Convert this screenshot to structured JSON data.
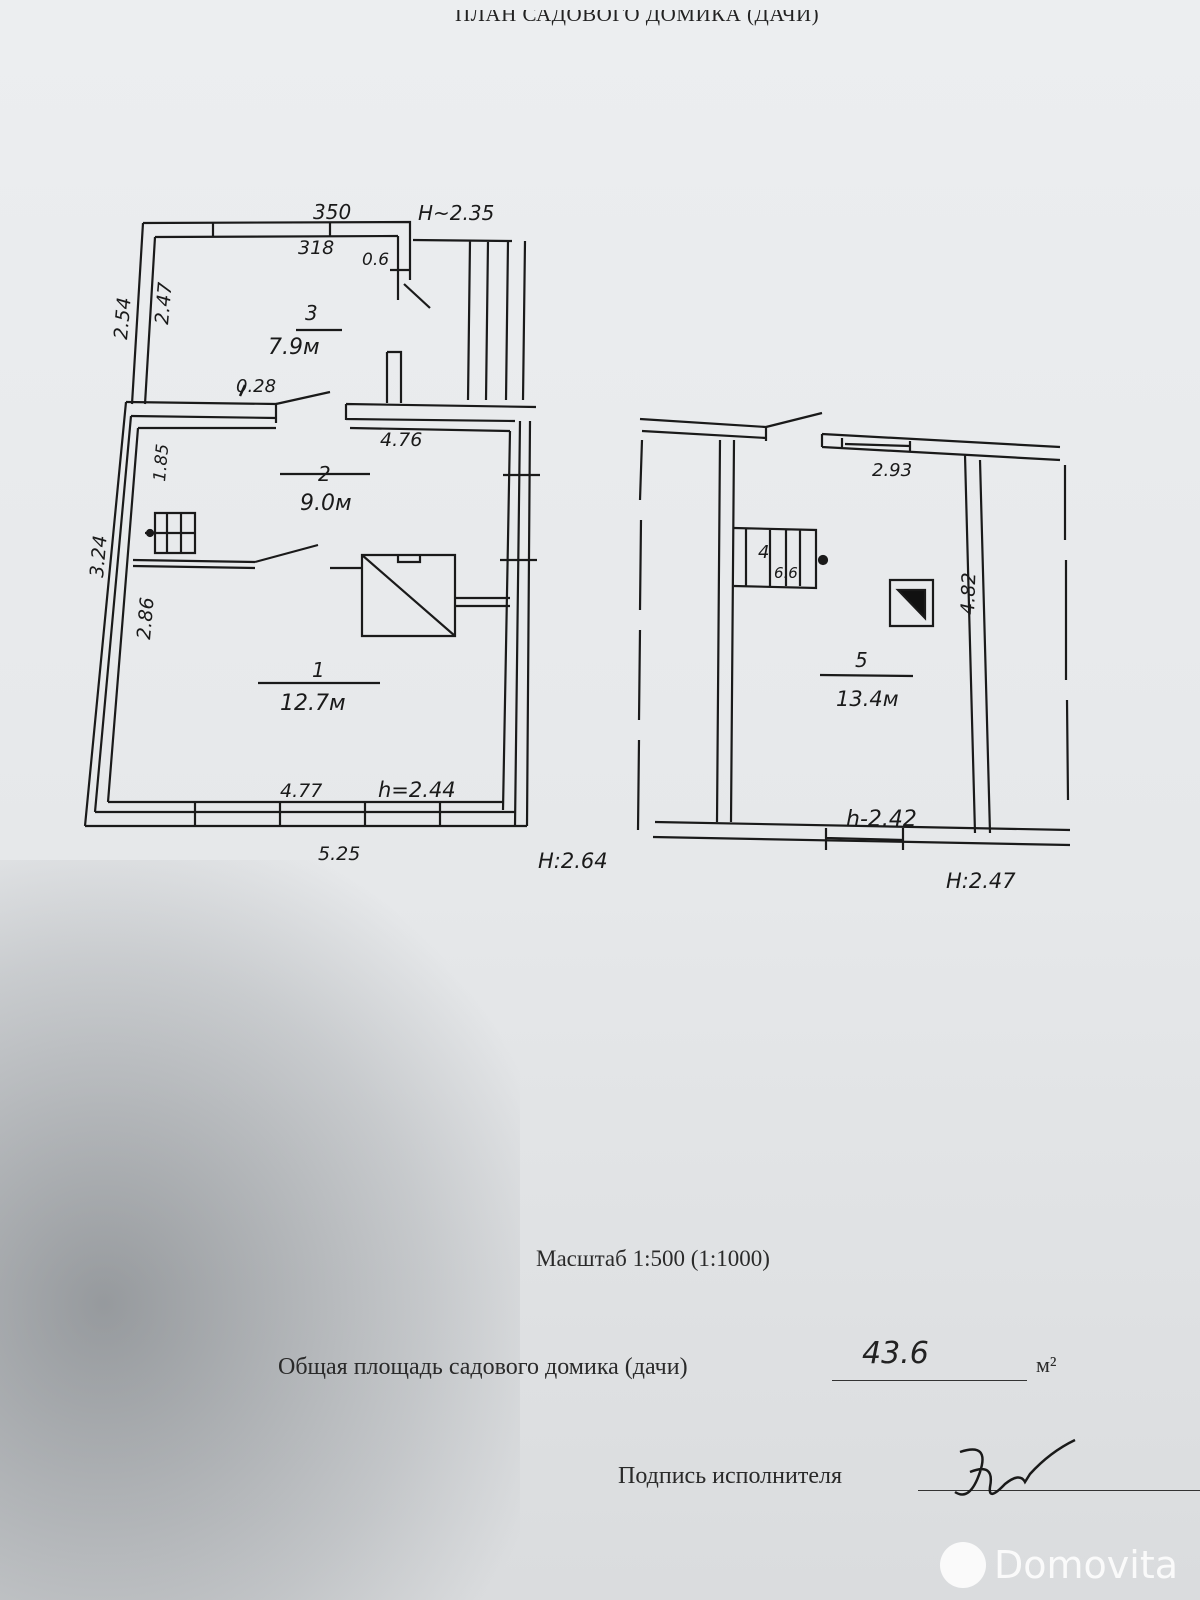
{
  "document": {
    "title": "ПЛАН САДОВОГО ДОМИКА (ДАЧИ)",
    "scale": "Масштаб 1:500 (1:1000)",
    "total_area_label": "Общая площадь садового домика (дачи)",
    "total_area_value": "43.6",
    "total_area_unit": "м²",
    "signature_label": "Подпись исполнителя",
    "watermark": "Domovita"
  },
  "plan_left": {
    "rooms": [
      {
        "number": "3",
        "area": "7.9м"
      },
      {
        "number": "2",
        "area": "9.0м"
      },
      {
        "number": "1",
        "area": "12.7м"
      }
    ],
    "dimensions": {
      "top_outer": "350",
      "top_inner": "318",
      "door_small": "0.6",
      "left_outer_top": "2.54",
      "left_inner_top": "2.47",
      "partition": "0.28",
      "mid_width": "4.76",
      "room2_height": "1.85",
      "left_outer_bottom": "3.24",
      "room1_height": "2.86",
      "bottom_inner": "4.77",
      "ceiling_height": "h=2.44",
      "bottom_outer": "5.25",
      "height_main": "H:2.64",
      "height_annex": "H~2.35"
    }
  },
  "plan_right": {
    "rooms": [
      {
        "number": "5",
        "area": "13.4м"
      },
      {
        "number": "4",
        "area": "6.6"
      }
    ],
    "dimensions": {
      "top_inner": "2.93",
      "side": "4.82",
      "ceiling_height": "h-2.42",
      "height_total": "H:2.47"
    }
  }
}
